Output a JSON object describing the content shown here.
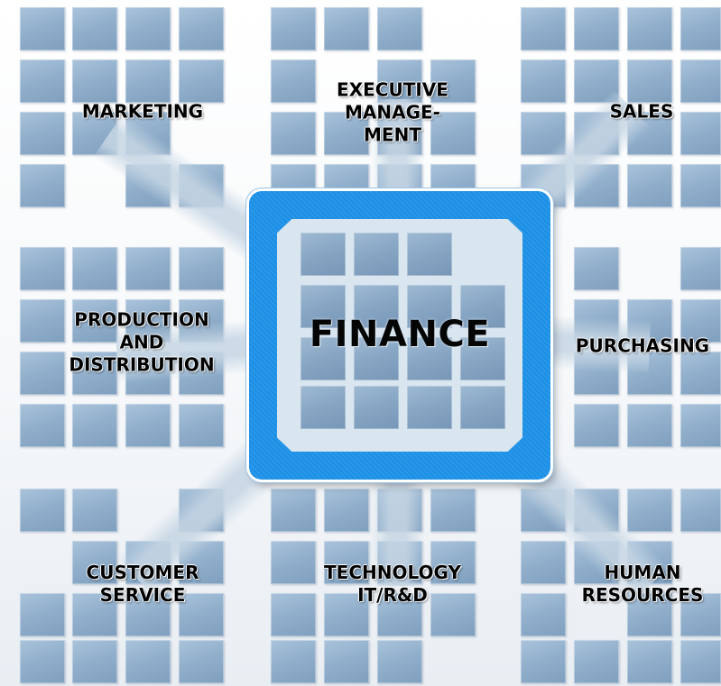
{
  "center": {
    "label": "FINANCE"
  },
  "departments": [
    {
      "lines": [
        "MARKETING"
      ]
    },
    {
      "lines": [
        "EXECUTIVE",
        "MANAGE-",
        "MENT"
      ]
    },
    {
      "lines": [
        "SALES"
      ]
    },
    {
      "lines": [
        "PRODUCTION",
        "AND",
        "DISTRIBUTION"
      ]
    },
    {
      "lines": [
        "PURCHASING"
      ]
    },
    {
      "lines": [
        "CUSTOMER",
        "SERVICE"
      ]
    },
    {
      "lines": [
        "TECHNOLOGY",
        "IT/R&D"
      ]
    },
    {
      "lines": [
        "HUMAN",
        "RESOURCES"
      ]
    }
  ],
  "colors": {
    "frame": "#1b8fe6",
    "tile": "#92b0cc",
    "text": "#000000"
  }
}
